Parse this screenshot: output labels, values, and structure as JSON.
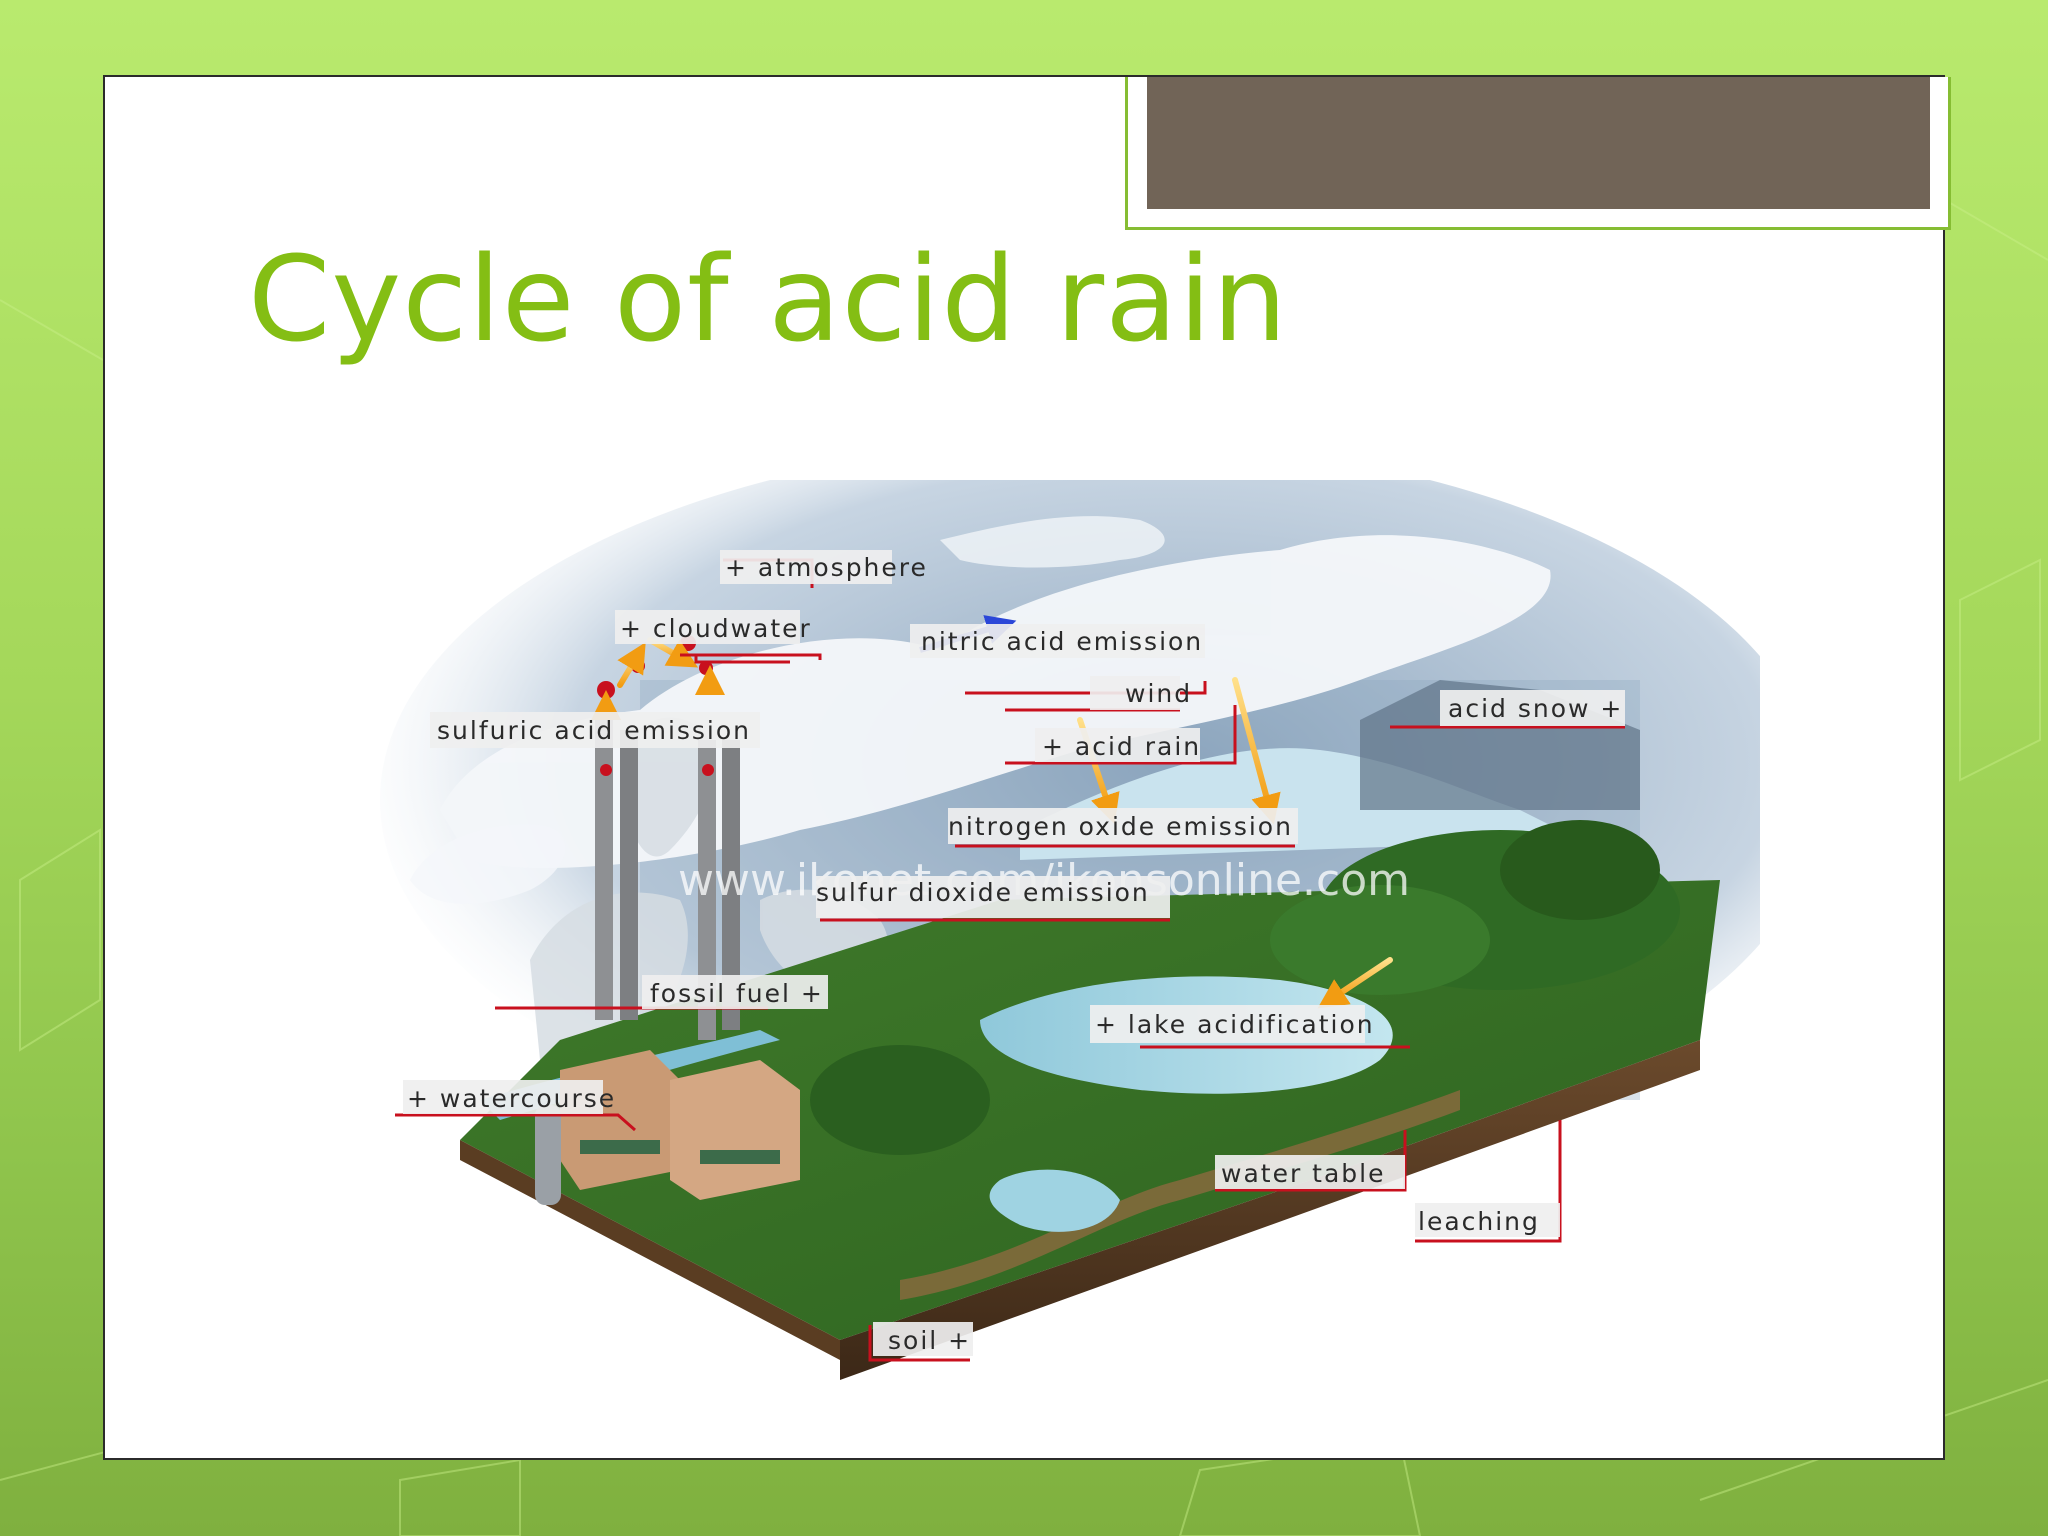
{
  "slide": {
    "title": "Cycle of acid rain"
  },
  "diagram": {
    "labels": {
      "atmosphere": "+ atmosphere",
      "cloudwater": "+ cloudwater",
      "nitric_acid_emission": "nitric acid emission",
      "wind": "wind",
      "acid_snow": "acid snow +",
      "sulfuric_acid_emission": "sulfuric acid emission",
      "acid_rain": "+ acid rain",
      "nitrogen_oxide_emission": "nitrogen oxide emission",
      "sulfur_dioxide_emission": "sulfur dioxide emission",
      "fossil_fuel": "fossil fuel +",
      "lake_acidification": "+ lake acidification",
      "watercourse": "+ watercourse",
      "water_table": "water table",
      "leaching": "leaching",
      "soil": "soil +"
    },
    "watermark": "www.ikonet.com/ikonsonline.com"
  },
  "colors": {
    "title": "#84be14",
    "tab_fill": "#716457",
    "accent_border": "#86bd33",
    "leader_line": "#c8101e",
    "background": "#a4d75a"
  }
}
